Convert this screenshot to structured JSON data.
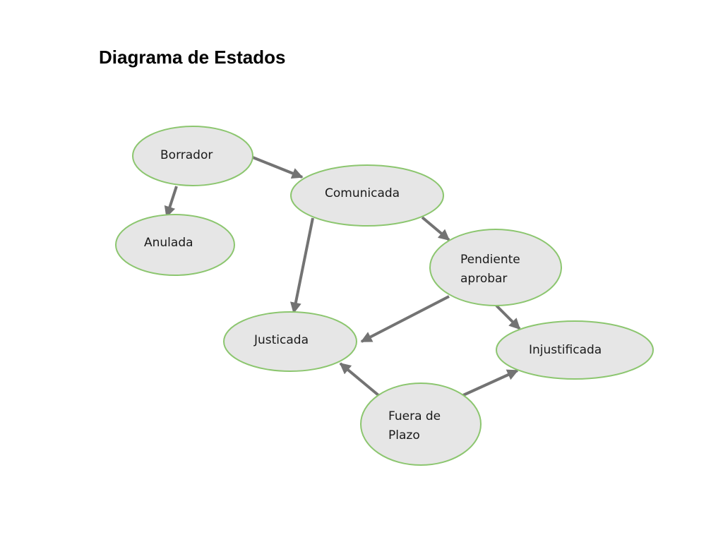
{
  "title": "Diagrama de Estados",
  "colors": {
    "node_fill": "#e6e6e6",
    "node_border": "#8cc66f",
    "edge": "#737373"
  },
  "nodes": [
    {
      "id": "borrador",
      "lines": [
        "Borrador"
      ]
    },
    {
      "id": "comunicada",
      "lines": [
        "Comunicada"
      ]
    },
    {
      "id": "anulada",
      "lines": [
        "Anulada"
      ]
    },
    {
      "id": "pendiente",
      "lines": [
        "Pendiente",
        "aprobar"
      ]
    },
    {
      "id": "justicada",
      "lines": [
        "Justicada"
      ]
    },
    {
      "id": "injustificada",
      "lines": [
        "Injustificada"
      ]
    },
    {
      "id": "fuera",
      "lines": [
        "Fuera de",
        "Plazo"
      ]
    }
  ],
  "edges": [
    {
      "from": "borrador",
      "to": "comunicada"
    },
    {
      "from": "borrador",
      "to": "anulada"
    },
    {
      "from": "comunicada",
      "to": "pendiente"
    },
    {
      "from": "comunicada",
      "to": "justicada"
    },
    {
      "from": "pendiente",
      "to": "justicada"
    },
    {
      "from": "pendiente",
      "to": "injustificada"
    },
    {
      "from": "fuera",
      "to": "justicada"
    },
    {
      "from": "fuera",
      "to": "injustificada"
    }
  ]
}
